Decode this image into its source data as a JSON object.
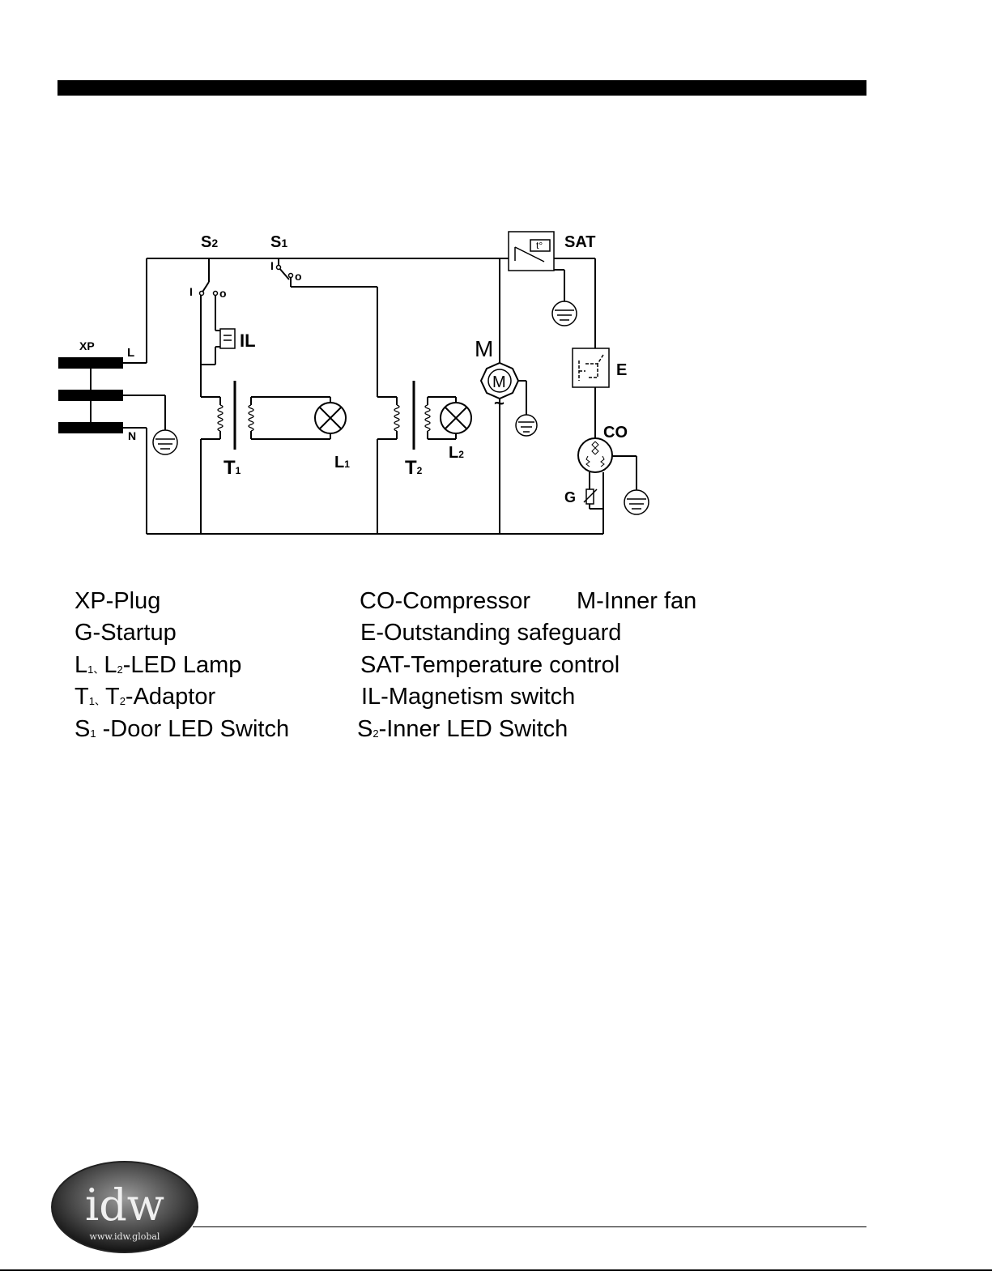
{
  "diagram": {
    "labels": {
      "s2": "S",
      "s2_sub": "2",
      "s1": "S",
      "s1_sub": "1",
      "sat": "SAT",
      "s1_i": "I",
      "s1_o": "o",
      "s2_i": "I",
      "s2_o": "o",
      "il": "IL",
      "xp": "XP",
      "l": "L",
      "n": "N",
      "m": "M",
      "m_in": "M",
      "e": "E",
      "co": "CO",
      "g": "G",
      "t1": "T",
      "t1_sub": "1",
      "l1": "L",
      "l1_sub": "1",
      "t2": "T",
      "t2_sub": "2",
      "l2": "L",
      "l2_sub": "2",
      "t_deg": "t°",
      "tilde": "~"
    }
  },
  "legend": {
    "xp": "XP-Plug",
    "g": "G-Startup",
    "l_pre1": "L",
    "l_sub1": "1",
    "l_sep": "、",
    "l_pre2": "L",
    "l_sub2": "2",
    "l_rest": "-LED Lamp",
    "t_pre1": "T",
    "t_sub1": "1",
    "t_sep": "、",
    "t_pre2": "T",
    "t_sub2": "2",
    "t_rest": "-Adaptor",
    "s1_pre": "S",
    "s1_sub": "1",
    "s1_rest": " -Door LED Switch",
    "co": "CO-Compressor",
    "m": "M-Inner fan",
    "e": "E-Outstanding safeguard",
    "sat": "SAT-Temperature control",
    "il": "IL-Magnetism switch",
    "s2_pre": "S",
    "s2_sub": "2",
    "s2_rest": "-Inner LED Switch"
  },
  "logo": {
    "name": "idw",
    "url_text": "www.idw.global"
  }
}
